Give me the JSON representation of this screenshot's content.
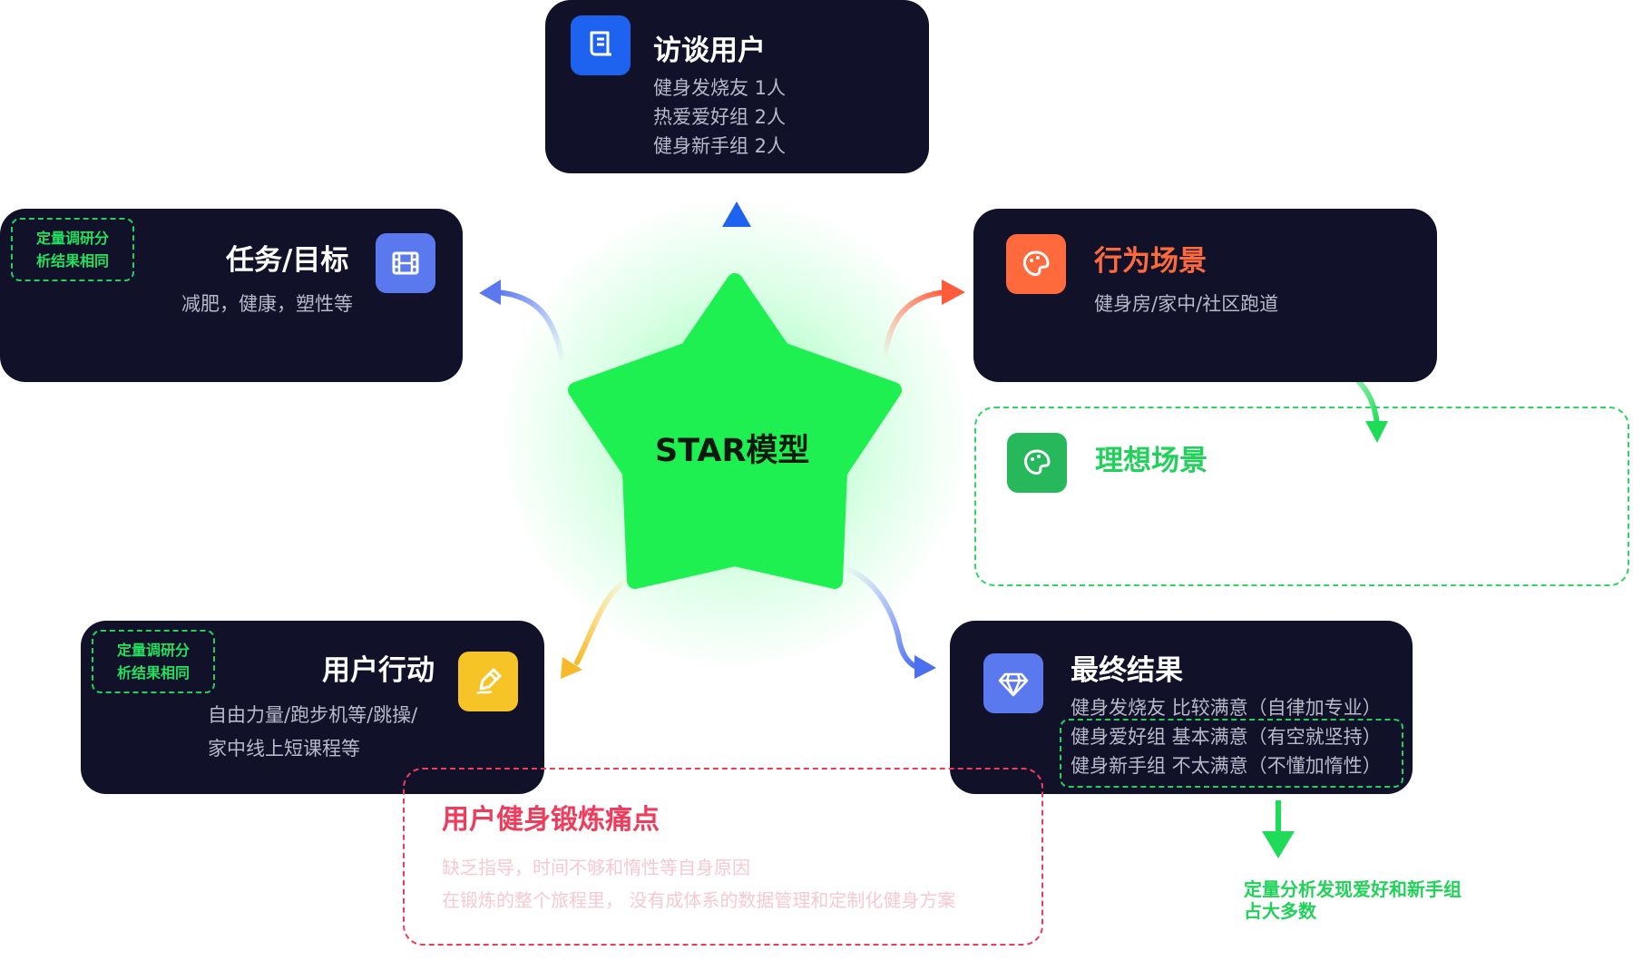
{
  "center": {
    "label": "STAR模型"
  },
  "interview": {
    "title": "访谈用户",
    "lines": [
      "健身发烧友  1人",
      "热爱爱好组  2人",
      "健身新手组  2人"
    ]
  },
  "task": {
    "title": "任务/目标",
    "desc": "减肥，健康，塑性等",
    "tag": [
      "定量调研分",
      "析结果相同"
    ]
  },
  "behavior": {
    "title": "行为场景",
    "desc": "健身房/家中/社区跑道"
  },
  "ideal": {
    "title": "理想场景"
  },
  "action": {
    "title": "用户行动",
    "lines": [
      "自由力量/跑步机等/跳操/",
      "家中线上短课程等"
    ],
    "tag": [
      "定量调研分",
      "析结果相同"
    ]
  },
  "result": {
    "title": "最终结果",
    "lines": [
      "健身发烧友  比较满意（自律加专业）",
      "健身爱好组  基本满意（有空就坚持）",
      "健身新手组  不太满意（不懂加惰性）"
    ]
  },
  "pain": {
    "title": "用户健身锻炼痛点",
    "lines": [
      "缺乏指导，时间不够和惰性等自身原因",
      "在锻炼的整个旅程里，  没有成体系的数据管理和定制化健身方案"
    ]
  },
  "conclusion": {
    "lines": [
      "定量分析发现爱好和新手组",
      "占大多数"
    ]
  },
  "colors": {
    "card_bg": "#12112a",
    "star": "#1ff052",
    "tag_green": "#22d15a",
    "pain_red": "#ee3d5c",
    "behavior_orange": "#ff6a3d",
    "ideal_green": "#26b85a",
    "blue": "#1d63f0",
    "yellow": "#f7c428",
    "purple_blue": "#5b79ee"
  },
  "icons": {
    "interview": "document-icon",
    "task": "film-icon",
    "behavior": "palette-icon",
    "ideal": "palette-icon",
    "action": "pen-icon",
    "result": "diamond-icon"
  }
}
